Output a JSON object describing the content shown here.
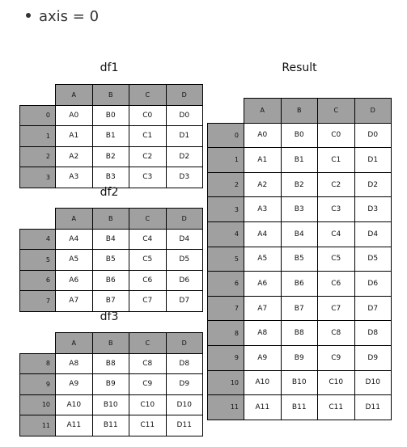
{
  "caption": "axis = 0",
  "columns": [
    "A",
    "B",
    "C",
    "D"
  ],
  "tables": [
    {
      "id": "df1",
      "title": "df1",
      "rows": [
        {
          "idx": "0",
          "cells": [
            "A0",
            "B0",
            "C0",
            "D0"
          ]
        },
        {
          "idx": "1",
          "cells": [
            "A1",
            "B1",
            "C1",
            "D1"
          ]
        },
        {
          "idx": "2",
          "cells": [
            "A2",
            "B2",
            "C2",
            "D2"
          ]
        },
        {
          "idx": "3",
          "cells": [
            "A3",
            "B3",
            "C3",
            "D3"
          ]
        }
      ]
    },
    {
      "id": "df2",
      "title": "df2",
      "rows": [
        {
          "idx": "4",
          "cells": [
            "A4",
            "B4",
            "C4",
            "D4"
          ]
        },
        {
          "idx": "5",
          "cells": [
            "A5",
            "B5",
            "C5",
            "D5"
          ]
        },
        {
          "idx": "6",
          "cells": [
            "A6",
            "B6",
            "C6",
            "D6"
          ]
        },
        {
          "idx": "7",
          "cells": [
            "A7",
            "B7",
            "C7",
            "D7"
          ]
        }
      ]
    },
    {
      "id": "df3",
      "title": "df3",
      "rows": [
        {
          "idx": "8",
          "cells": [
            "A8",
            "B8",
            "C8",
            "D8"
          ]
        },
        {
          "idx": "9",
          "cells": [
            "A9",
            "B9",
            "C9",
            "D9"
          ]
        },
        {
          "idx": "10",
          "cells": [
            "A10",
            "B10",
            "C10",
            "D10"
          ]
        },
        {
          "idx": "11",
          "cells": [
            "A11",
            "B11",
            "C11",
            "D11"
          ]
        }
      ]
    },
    {
      "id": "result",
      "title": "Result",
      "rows": [
        {
          "idx": "0",
          "cells": [
            "A0",
            "B0",
            "C0",
            "D0"
          ]
        },
        {
          "idx": "1",
          "cells": [
            "A1",
            "B1",
            "C1",
            "D1"
          ]
        },
        {
          "idx": "2",
          "cells": [
            "A2",
            "B2",
            "C2",
            "D2"
          ]
        },
        {
          "idx": "3",
          "cells": [
            "A3",
            "B3",
            "C3",
            "D3"
          ]
        },
        {
          "idx": "4",
          "cells": [
            "A4",
            "B4",
            "C4",
            "D4"
          ]
        },
        {
          "idx": "5",
          "cells": [
            "A5",
            "B5",
            "C5",
            "D5"
          ]
        },
        {
          "idx": "6",
          "cells": [
            "A6",
            "B6",
            "C6",
            "D6"
          ]
        },
        {
          "idx": "7",
          "cells": [
            "A7",
            "B7",
            "C7",
            "D7"
          ]
        },
        {
          "idx": "8",
          "cells": [
            "A8",
            "B8",
            "C8",
            "D8"
          ]
        },
        {
          "idx": "9",
          "cells": [
            "A9",
            "B9",
            "C9",
            "D9"
          ]
        },
        {
          "idx": "10",
          "cells": [
            "A10",
            "B10",
            "C10",
            "D10"
          ]
        },
        {
          "idx": "11",
          "cells": [
            "A11",
            "B11",
            "C11",
            "D11"
          ]
        }
      ]
    }
  ]
}
